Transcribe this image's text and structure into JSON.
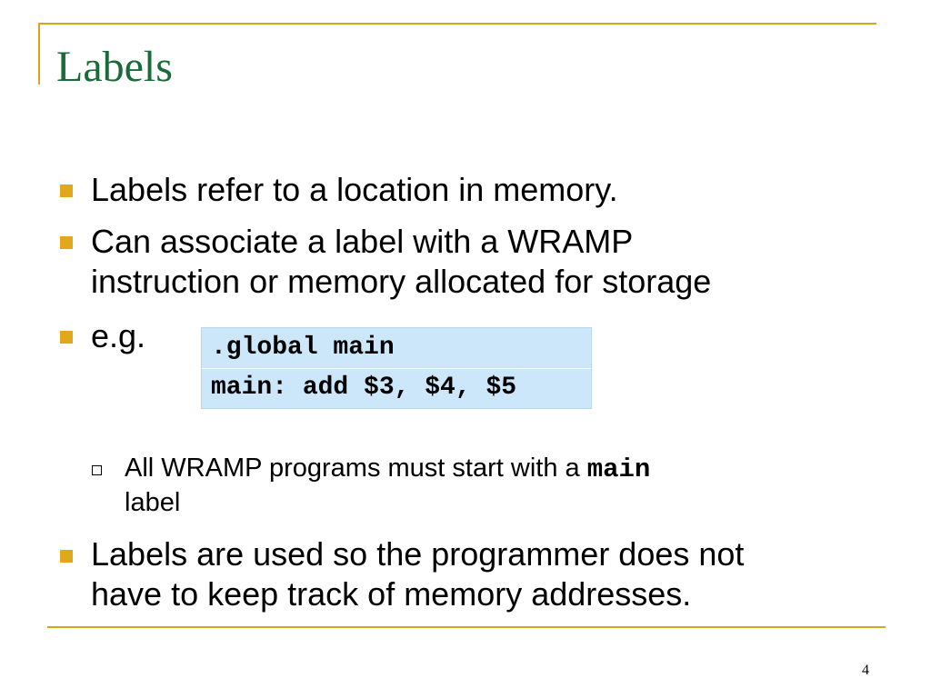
{
  "slide": {
    "title": "Labels",
    "page_number": "4"
  },
  "bullets": [
    {
      "text": "Labels refer to a location in memory."
    },
    {
      "line1": "Can associate a label with a WRAMP",
      "line2": "instruction or memory allocated for storage"
    },
    {
      "text": "e.g."
    },
    {
      "line1": "Labels are used so the programmer does not",
      "line2": "have to keep track of memory addresses."
    }
  ],
  "code_example": {
    "lines": [
      ".global main",
      "main: add $3, $4, $5"
    ]
  },
  "sub_bullet": {
    "prefix": "All WRAMP programs must start with a ",
    "code": "main",
    "line2": "label"
  },
  "colors": {
    "title": "#1a6b3a",
    "accent": "#e0a81a",
    "frame": "#d9a520",
    "code_background": "#cce6fa"
  }
}
